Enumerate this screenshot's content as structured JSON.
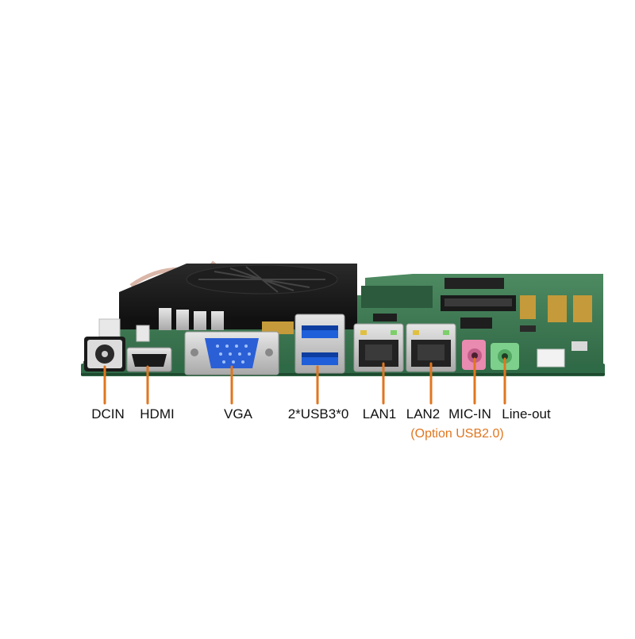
{
  "colors": {
    "pointer": "#e0761f",
    "note": "#e0761f",
    "pcb": "#3f7a55",
    "heatsink": "#151515",
    "vga": "#2b5fd6",
    "usb": "#1f5fd9",
    "mic": "#e98ab0",
    "line_out": "#7dd08b"
  },
  "ports": [
    {
      "id": "dcin",
      "label": "DCIN"
    },
    {
      "id": "hdmi",
      "label": "HDMI"
    },
    {
      "id": "vga",
      "label": "VGA"
    },
    {
      "id": "usb3",
      "label": "2*USB3*0"
    },
    {
      "id": "lan1",
      "label": "LAN1"
    },
    {
      "id": "lan2",
      "label": "LAN2",
      "note": "(Option USB2.0)"
    },
    {
      "id": "mic",
      "label": "MIC-IN"
    },
    {
      "id": "lineout",
      "label": "Line-out"
    }
  ]
}
